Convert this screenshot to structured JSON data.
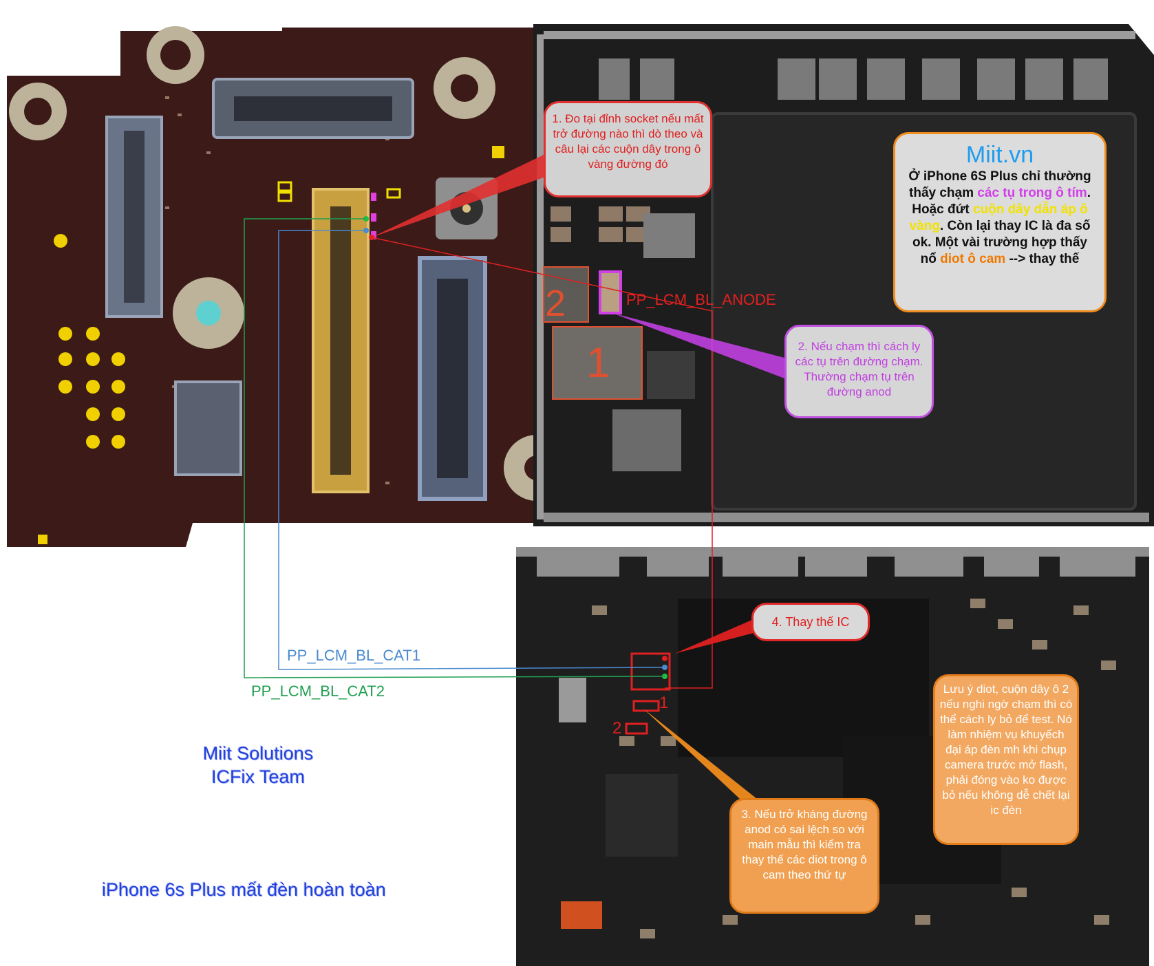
{
  "callouts": {
    "step1": "1. Đo tại đỉnh socket nếu mất trở đường nào thì dò theo và câu lại các cuộn dây trong ô vàng đường đó",
    "step2": "2. Nếu chạm thì cách ly các tụ trên đường chạm. Thường chạm tụ trên đường anod",
    "step3": "3. Nếu trở kháng đường anod có sai lệch so với main mẫu thì kiểm tra thay thế các diot trong ô cam theo thứ tự",
    "step4": "4. Thay thế IC",
    "note": "Lưu ý diot, cuộn dây ô 2 nếu nghi ngờ chạm thì có thể cách ly bỏ để test. Nó làm nhiệm vụ khuyếch đại áp đèn mh khi chụp camera trước mở flash, phải đóng vào ko được bỏ nếu không dễ chết lại ic đèn"
  },
  "info_box": {
    "brand": "Miit.vn",
    "line_a": "Ở iPhone 6S Plus chỉ thường thấy chạm ",
    "hl_purple": "các tụ trong ô tím",
    "line_b": ". Hoặc đứt ",
    "hl_yellow": "cuộn dây dẫn áp ô vàng",
    "line_c": ". Còn lại thay IC là đa số ok. Một vài trường hợp thấy nổ ",
    "hl_orange": "diot ô cam",
    "line_d": " --> thay thế"
  },
  "nets": {
    "anode": "PP_LCM_BL_ANODE",
    "cat1": "PP_LCM_BL_CAT1",
    "cat2": "PP_LCM_BL_CAT2"
  },
  "labels": {
    "box1": "1",
    "box2": "2",
    "small1": "1",
    "small2": "2"
  },
  "team": {
    "line1": "Miit Solutions",
    "line2": "ICFix Team"
  },
  "title": "iPhone 6s Plus mất đèn hoàn toàn",
  "colors": {
    "board_left": "#3a1a18",
    "board_right": "#1c1c1c",
    "red": "#e02020",
    "purple": "#c040e0",
    "orange": "#f08c1e",
    "blue_net": "#4a8ad0",
    "green_net": "#20a050"
  }
}
